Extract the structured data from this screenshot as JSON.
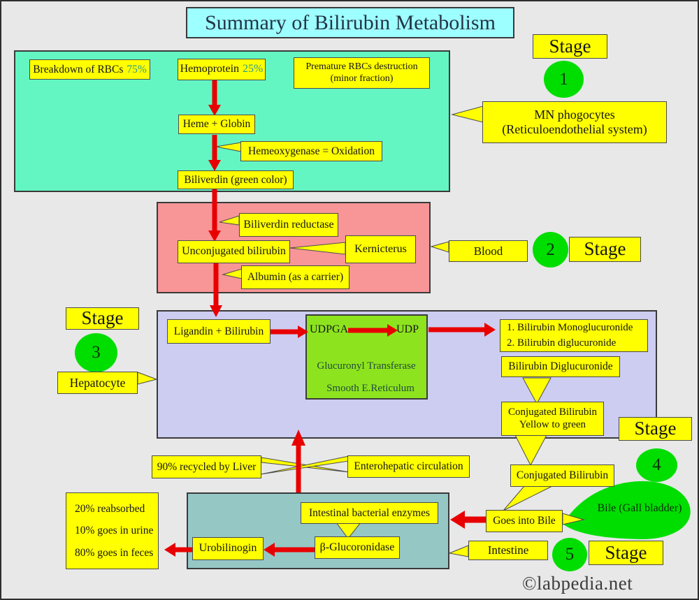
{
  "title": "Summary of Bilirubin Metabolism",
  "watermark": "©labpedia.net",
  "stages": {
    "stage_label": "Stage",
    "numbers": [
      "1",
      "2",
      "3",
      "4",
      "5"
    ]
  },
  "stage1": {
    "breakdown": "Breakdown of RBCs",
    "breakdown_pct": "75%",
    "hemoprotein": "Hemoprotein",
    "hemoprotein_pct": "25%",
    "premature_line1": "Premature RBCs destruction",
    "premature_line2": "(minor fraction)",
    "heme_globin": "Heme + Globin",
    "hemeoxygenase": "Hemeoxygenase = Oxidation",
    "biliverdin": "Biliverdin (green color)",
    "mn_line1": "MN phogocytes",
    "mn_line2": "(Reticuloendothelial system)"
  },
  "stage2": {
    "biliverdin_reductase": "Biliverdin reductase",
    "unconjugated": "Unconjugated bilirubin",
    "kernicterus": "Kernicterus",
    "albumin": "Albumin (as a carrier)",
    "blood": "Blood"
  },
  "stage3": {
    "hepatocyte": "Hepatocyte",
    "ligandin": "Ligandin + Bilirubin",
    "udpga": "UDPGA",
    "udp": "UDP",
    "glucuronyl": "Glucuronyl Transferase",
    "smooth_er": "Smooth E.Reticulum",
    "products_line1": "1. Bilirubin Monoglucuronide",
    "products_line2": "2. Bilirubin diglucuronide",
    "bilirubin_diglucuronide": "Bilirubin Diglucuronide",
    "conjugated_line1": "Conjugated Bilirubin",
    "conjugated_line2": "Yellow to green"
  },
  "stage4": {
    "conjugated": "Conjugated Bilirubin",
    "goes_into_bile": "Goes into Bile",
    "bile": "Bile  (Gall bladder)"
  },
  "stage5": {
    "recycled": "90% recycled by Liver",
    "enterohepatic": "Enterohepatic circulation",
    "intestinal_enzymes": "Intestinal bacterial enzymes",
    "urobilinogin": "Urobilinogin",
    "beta_glucoronidase": "β-Glucoronidase",
    "intestine": "Intestine",
    "fates": [
      "20% reabsorbed",
      "10% goes in urine",
      "80% goes in feces"
    ]
  },
  "colors": {
    "bg": "#E8E8E8",
    "yellow": "#FFFF00",
    "cyan": "#9DFFFF",
    "aqua": "#63F6C3",
    "pink": "#F79597",
    "lavender": "#CDCDF1",
    "chartreuse": "#8DE41E",
    "teal": "#95C7C5",
    "circle_green": "#00DE00",
    "arrow_red": "#E80000",
    "ink": "#161616",
    "title_ink": "#233445",
    "pct": "#2E9B8B",
    "enzyme_ink": "#234A3B",
    "box_border": "#4A4A4A",
    "region_border": "#3A3A3A",
    "wm_ink": "#3B3B3B"
  }
}
